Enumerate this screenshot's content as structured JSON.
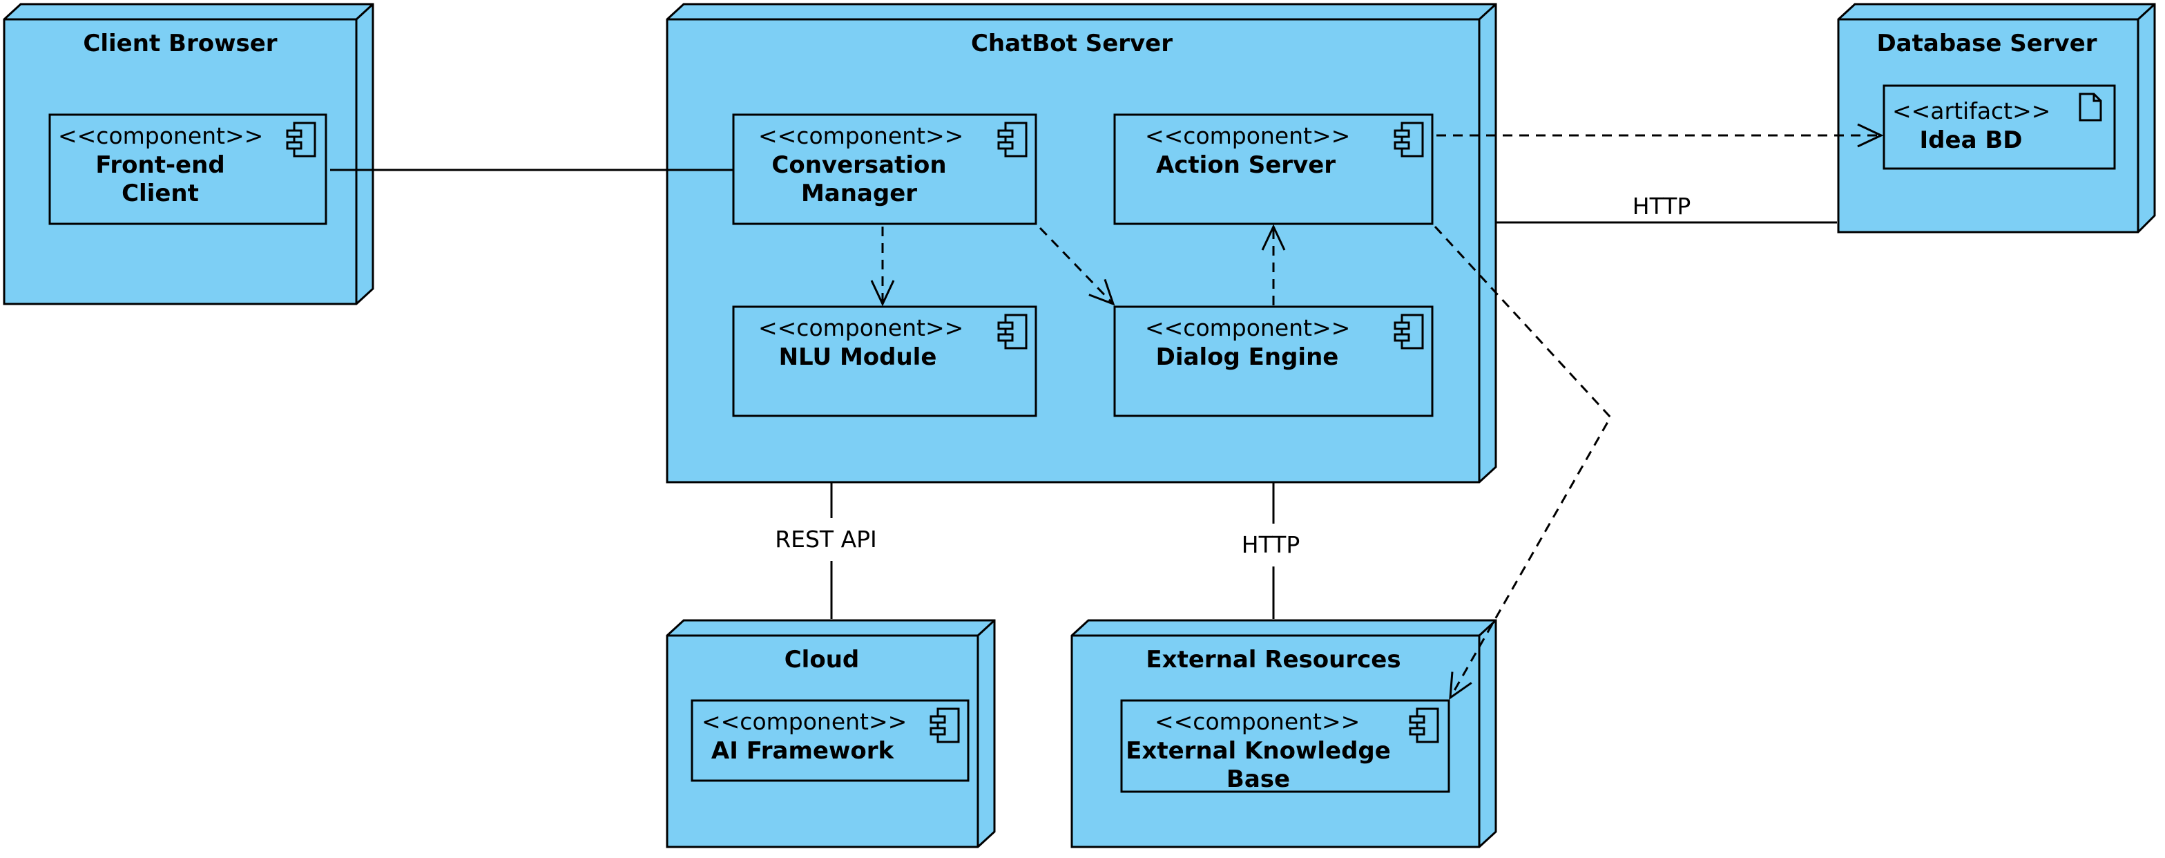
{
  "colors": {
    "node_fill": "#7dcff5",
    "node_stroke": "#000000",
    "background": "#ffffff"
  },
  "nodes": {
    "client_browser": {
      "title": "Client Browser"
    },
    "chatbot_server": {
      "title": "ChatBot Server"
    },
    "database_server": {
      "title": "Database Server"
    },
    "cloud": {
      "title": "Cloud"
    },
    "external_resources": {
      "title": "External Resources"
    }
  },
  "components": {
    "front_end_client": {
      "stereotype": "<<component>>",
      "name_line1": "Front-end",
      "name_line2": "Client",
      "icon": "component-icon"
    },
    "conversation_manager": {
      "stereotype": "<<component>>",
      "name_line1": "Conversation",
      "name_line2": "Manager",
      "icon": "component-icon"
    },
    "action_server": {
      "stereotype": "<<component>>",
      "name_line1": "Action Server",
      "icon": "component-icon"
    },
    "nlu_module": {
      "stereotype": "<<component>>",
      "name_line1": "NLU Module",
      "icon": "component-icon"
    },
    "dialog_engine": {
      "stereotype": "<<component>>",
      "name_line1": "Dialog Engine",
      "icon": "component-icon"
    },
    "ai_framework": {
      "stereotype": "<<component>>",
      "name_line1": "AI Framework",
      "icon": "component-icon"
    },
    "external_knowledge_base": {
      "stereotype": "<<component>>",
      "name_line1": "External Knowledge",
      "name_line2": "Base",
      "icon": "component-icon"
    }
  },
  "artifacts": {
    "idea_bd": {
      "stereotype": "<<artifact>>",
      "name": "Idea BD",
      "icon": "document-icon"
    }
  },
  "connections": {
    "db_http": {
      "label": "HTTP"
    },
    "cloud_rest": {
      "label": "REST API"
    },
    "ext_http": {
      "label": "HTTP"
    }
  }
}
